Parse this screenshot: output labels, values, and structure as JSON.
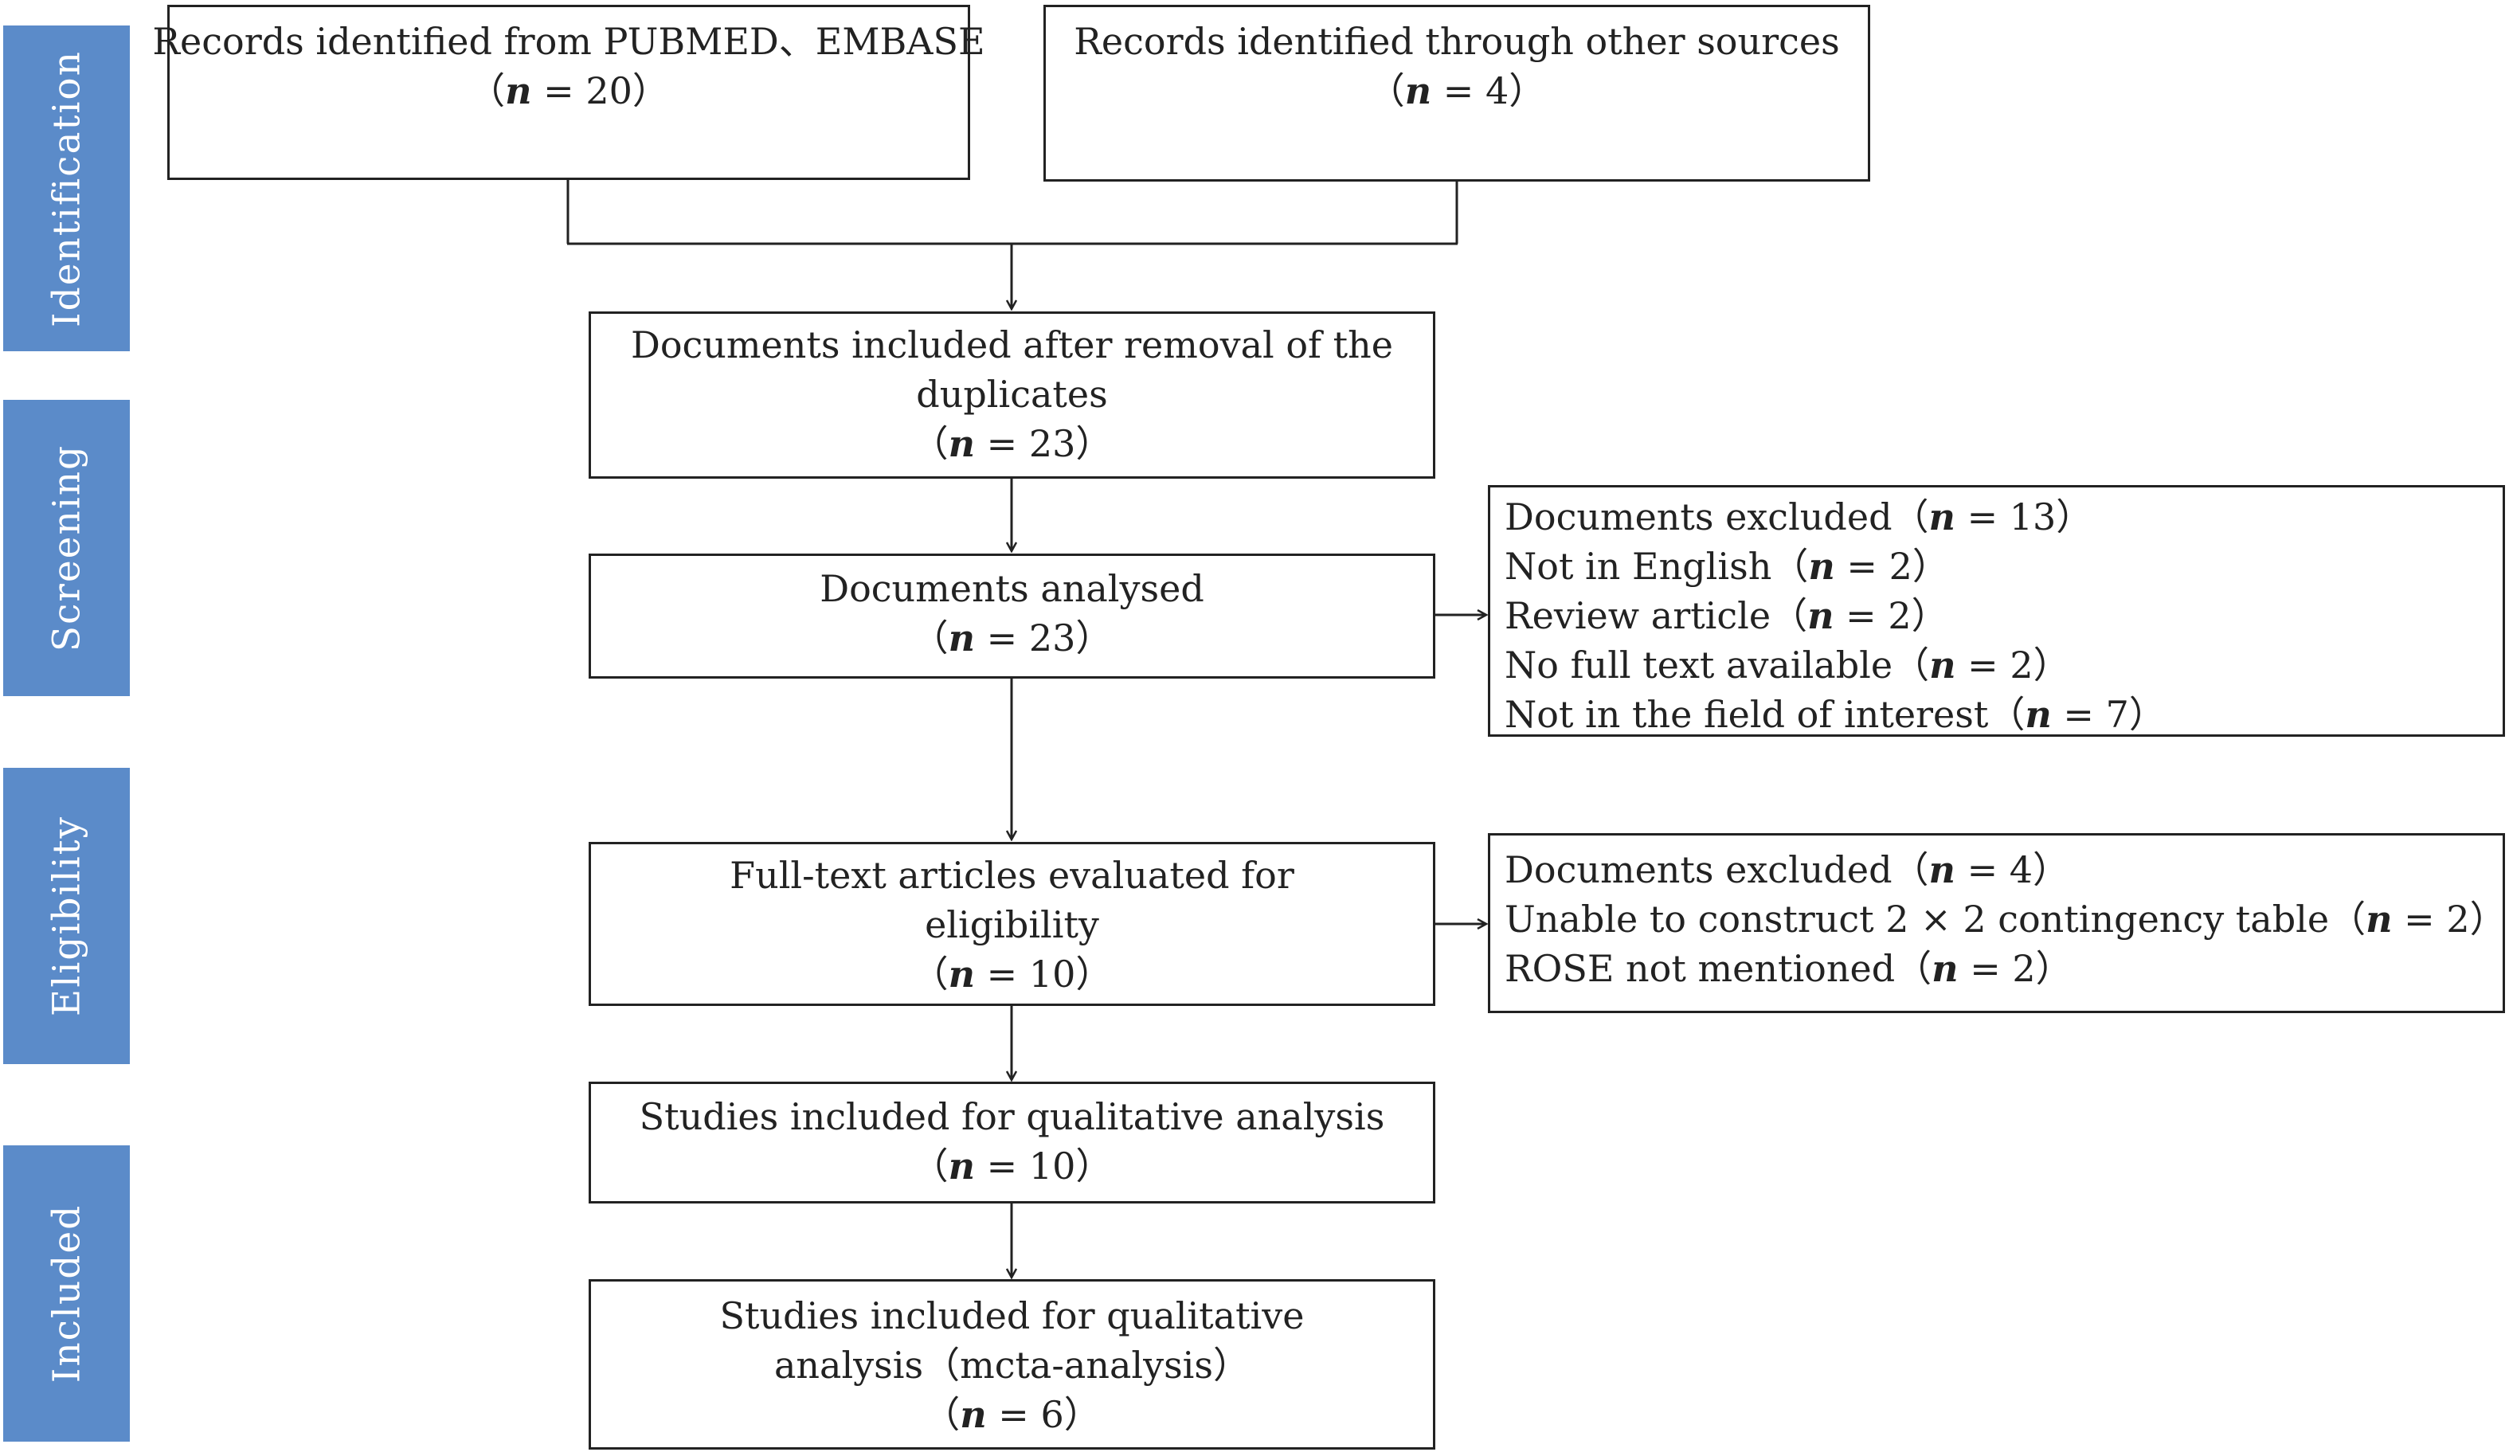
{
  "stages": [
    {
      "id": "identification",
      "label": "Identification"
    },
    {
      "id": "screening",
      "label": "Screening"
    },
    {
      "id": "eligibility",
      "label": "Eligibility"
    },
    {
      "id": "included",
      "label": "Included"
    }
  ],
  "boxes": {
    "pubmed_embase": {
      "line1": "Records identified from PUBMED、EMBASE",
      "count_open": "（",
      "n": "n",
      "count_rest": " = 20）"
    },
    "other_sources": {
      "line1": "Records identified through other sources",
      "count_open": "（",
      "n": "n",
      "count_rest": " = 4）"
    },
    "after_duplicates": {
      "line1": "Documents included after removal of the",
      "line2": "duplicates",
      "count_open": "（",
      "n": "n",
      "count_rest": " = 23）"
    },
    "analysed": {
      "line1": "Documents analysed",
      "count_open": "（",
      "n": "n",
      "count_rest": " = 23）"
    },
    "excluded_screening": {
      "items": [
        {
          "text": "Documents excluded（",
          "n": "n",
          "rest": " = 13）"
        },
        {
          "text": "Not in English（",
          "n": "n",
          "rest": " = 2）"
        },
        {
          "text": "Review article（",
          "n": "n",
          "rest": " = 2）"
        },
        {
          "text": "No full text available（",
          "n": "n",
          "rest": " = 2）"
        },
        {
          "text": "Not in the field of interest（",
          "n": "n",
          "rest": " = 7）"
        }
      ]
    },
    "full_text": {
      "line1": "Full-text articles evaluated for",
      "line2": "eligibility",
      "count_open": "（",
      "n": "n",
      "count_rest": " = 10）"
    },
    "excluded_eligibility": {
      "items": [
        {
          "text": "Documents excluded（",
          "n": "n",
          "rest": " = 4）"
        },
        {
          "text": "Unable to construct 2 × 2 contingency table（",
          "n": "n",
          "rest": " = 2）"
        },
        {
          "text": "ROSE not mentioned（",
          "n": "n",
          "rest": " = 2）"
        }
      ]
    },
    "qualitative": {
      "line1": "Studies included for qualitative analysis",
      "count_open": "（",
      "n": "n",
      "count_rest": " = 10）"
    },
    "meta_analysis": {
      "line1": "Studies included for qualitative",
      "line2": "analysis（mcta-analysis）",
      "count_open": "（",
      "n": "n",
      "count_rest": " = 6）"
    }
  }
}
